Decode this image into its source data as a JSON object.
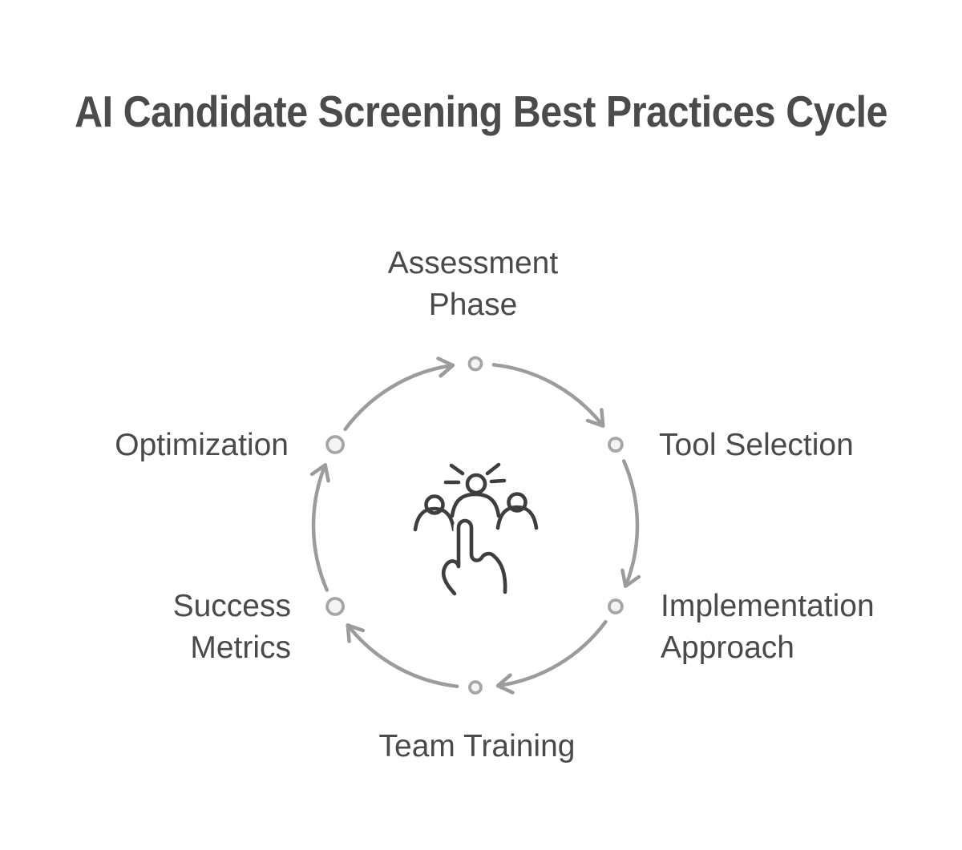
{
  "title": "AI Candidate Screening Best Practices Cycle",
  "diagram": {
    "type": "cycle",
    "direction": "clockwise",
    "stages": [
      {
        "id": "assessment-phase",
        "label": "Assessment Phase",
        "position": "top"
      },
      {
        "id": "tool-selection",
        "label": "Tool Selection",
        "position": "right-top"
      },
      {
        "id": "implementation-approach",
        "label": "Implementation Approach",
        "position": "right-bottom"
      },
      {
        "id": "team-training",
        "label": "Team Training",
        "position": "bottom"
      },
      {
        "id": "success-metrics",
        "label": "Success Metrics",
        "position": "left-bottom"
      },
      {
        "id": "optimization",
        "label": "Optimization",
        "position": "left-top"
      }
    ],
    "center_icon": "people-selection-hand-icon"
  },
  "colors": {
    "background": "#ffffff",
    "title_text": "#4b4b4b",
    "label_text": "#4a4a4a",
    "arrow": "#9c9c9c",
    "node_stroke": "#a6a6a6",
    "node_fill": "#f4f4f4",
    "icon": "#3e3e3e"
  }
}
